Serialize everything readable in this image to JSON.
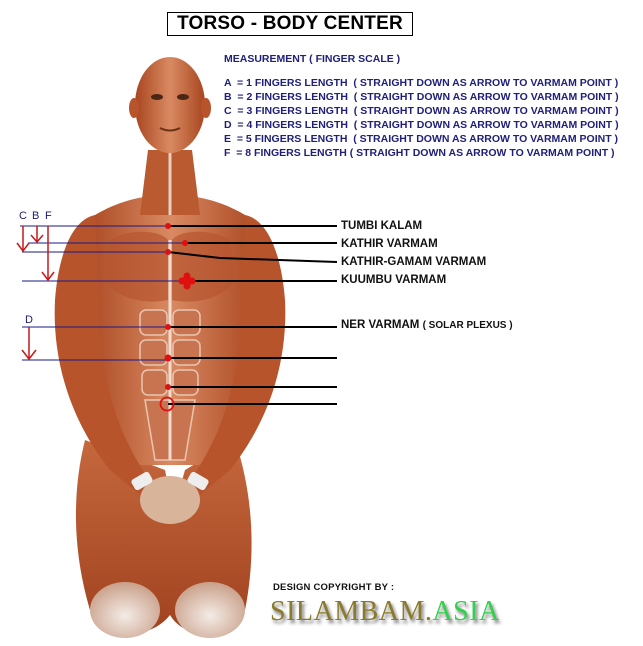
{
  "title": "TORSO - BODY CENTER",
  "legend": {
    "heading": "MEASUREMENT ( FINGER SCALE )",
    "rows": [
      "A  = 1 FINGERS LENGTH  ( STRAIGHT DOWN AS ARROW TO VARMAM POINT )",
      "B  = 2 FINGERS LENGTH  ( STRAIGHT DOWN AS ARROW TO VARMAM POINT )",
      "C  = 3 FINGERS LENGTH  ( STRAIGHT DOWN AS ARROW TO VARMAM POINT )",
      "D  = 4 FINGERS LENGTH  ( STRAIGHT DOWN AS ARROW TO VARMAM POINT )",
      "E  = 5 FINGERS LENGTH  ( STRAIGHT DOWN AS ARROW TO VARMAM POINT )",
      "F  = 8 FINGERS LENGTH ( STRAIGHT DOWN AS ARROW TO VARMAM POINT )"
    ]
  },
  "measure_letters": {
    "c": "C",
    "b": "B",
    "f": "F",
    "d": "D"
  },
  "points": [
    {
      "name": "TUMBI KALAM"
    },
    {
      "name": "KATHIR VARMAM"
    },
    {
      "name": "KATHIR-GAMAM VARMAM"
    },
    {
      "name": "KUUMBU VARMAM"
    },
    {
      "name": "NER VARMAM",
      "note": "( SOLAR PLEXUS )"
    }
  ],
  "footer": {
    "copyright": "DESIGN COPYRIGHT BY :",
    "brand_main": "SILAMBAM.",
    "brand_accent": "ASIA"
  },
  "colors": {
    "legend_text": "#20207a",
    "measure_line": "#1a1a8a",
    "arrow": "#c81818",
    "point": "#e01010",
    "brand_gold": "#8a7a2a",
    "brand_green": "#2fd24a"
  }
}
